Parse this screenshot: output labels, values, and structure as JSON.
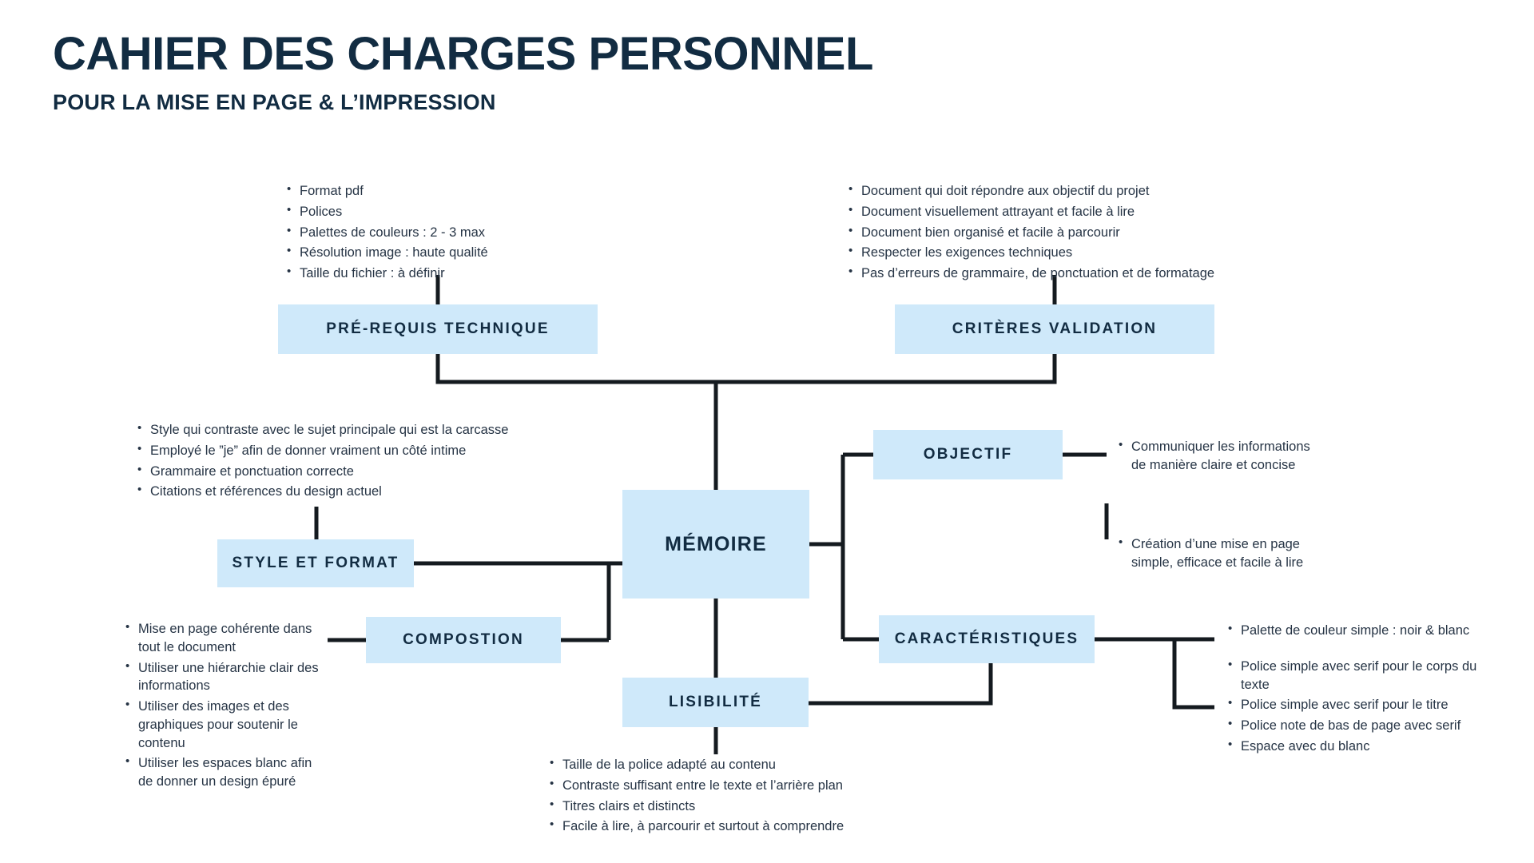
{
  "header": {
    "title": "CAHIER DES CHARGES PERSONNEL",
    "subtitle": "POUR LA MISE EN PAGE & L’IMPRESSION"
  },
  "colors": {
    "node_fill": "#cfe9fa",
    "node_text": "#122c42",
    "body_text": "#263445",
    "connector": "#141a1f",
    "background": "#ffffff"
  },
  "nodes": {
    "prerequis": "PRÉ-REQUIS TECHNIQUE",
    "criteres": "CRITÈRES VALIDATION",
    "style": "STYLE ET FORMAT",
    "composition": "COMPOSTION",
    "memoire": "MÉMOIRE",
    "objectif": "OBJECTIF",
    "caracteristiques": "CARACTÉRISTIQUES",
    "lisibilite": "LISIBILITÉ"
  },
  "lists": {
    "prerequis": [
      "Format pdf",
      "Polices",
      "Palettes de couleurs : 2 - 3 max",
      "Résolution image : haute qualité",
      "Taille du fichier : à définir"
    ],
    "criteres": [
      "Document qui doit répondre aux objectif du projet",
      "Document visuellement attrayant et facile à lire",
      "Document bien organisé et facile à parcourir",
      "Respecter les exigences techniques",
      "Pas d’erreurs de grammaire, de ponctuation et de formatage"
    ],
    "style": [
      "Style qui contraste avec le sujet principale qui est la carcasse",
      "Employé le ”je” afin de donner vraiment un côté intime",
      "Grammaire et ponctuation correcte",
      "Citations et références du design actuel"
    ],
    "composition": [
      "Mise en page cohérente dans tout le document",
      "Utiliser une hiérarchie clair des informations",
      "Utiliser des images et des graphiques pour soutenir le contenu",
      "Utiliser les espaces blanc afin de donner un design épuré"
    ],
    "objectif_top": [
      "Communiquer les informations de manière claire et concise"
    ],
    "objectif_bottom": [
      "Création d’une mise en page simple, efficace et facile à lire"
    ],
    "caracteristiques": [
      "Palette de couleur simple : noir & blanc",
      "Police simple avec serif pour le corps du texte",
      "Police simple avec serif pour le titre",
      "Police note de bas de page avec serif",
      "Espace avec du blanc"
    ],
    "lisibilite": [
      "Taille de la police adapté au contenu",
      "Contraste suffisant entre le texte et l’arrière plan",
      "Titres clairs et distincts",
      "Facile à lire, à parcourir et surtout à comprendre"
    ]
  }
}
